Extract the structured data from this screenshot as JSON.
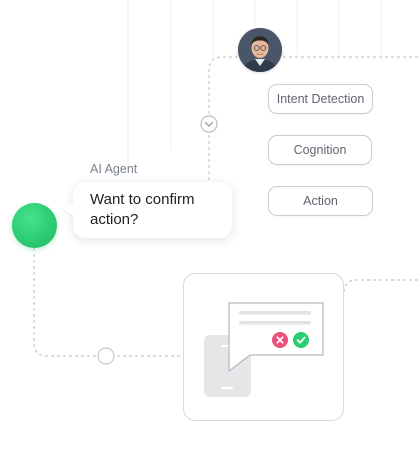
{
  "agent": {
    "label": "AI Agent",
    "message": "Want to confirm action?"
  },
  "steps": [
    {
      "label": "Intent Detection"
    },
    {
      "label": "Cognition"
    },
    {
      "label": "Action"
    }
  ],
  "colors": {
    "agent_green": "#2ccc73",
    "reject_pink": "#ec4f79",
    "accept_green": "#2ccc73",
    "line_gray": "#c9ccd2"
  },
  "icons": {
    "avatar": "user-avatar",
    "expand": "chevron-down-icon",
    "reject": "close-icon",
    "accept": "check-icon",
    "device": "phone-icon"
  }
}
